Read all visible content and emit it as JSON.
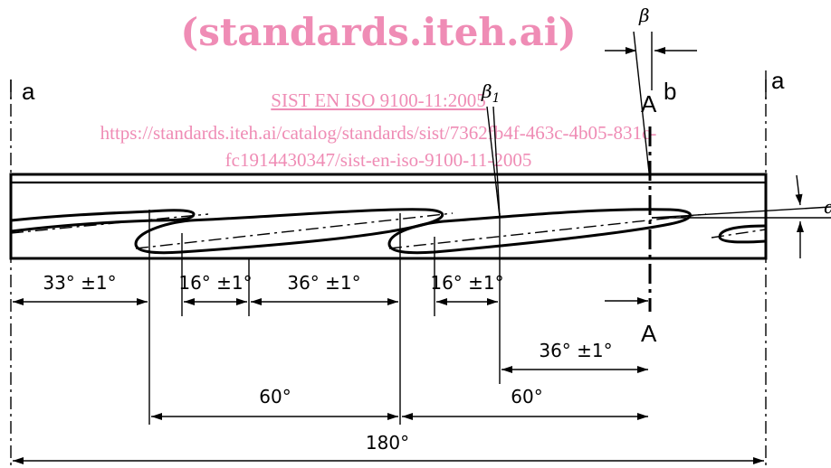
{
  "watermark": {
    "title": "(standards.iteh.ai)",
    "std_ref": "SIST EN ISO 9100-11:2005",
    "url_line1": "https://standards.iteh.ai/catalog/standards/sist/7362fb4f-463c-4b05-831c-",
    "url_line2": "fc1914430347/sist-en-iso-9100-11-2005",
    "color": "#ef8cb5"
  },
  "labels": {
    "a_left": "a",
    "a_right": "a",
    "b": "b",
    "section_top": "A",
    "section_bottom": "A",
    "beta": "β",
    "beta1_base": "β",
    "beta1_sub": "1",
    "alpha": "α"
  },
  "dimensions": {
    "d_33": "33° ±1°",
    "d_16a": "16° ±1°",
    "d_36a": "36° ±1°",
    "d_16b": "16° ±1°",
    "d_36b": "36° ±1°",
    "d_60a": "60°",
    "d_60b": "60°",
    "d_180": "180°"
  }
}
